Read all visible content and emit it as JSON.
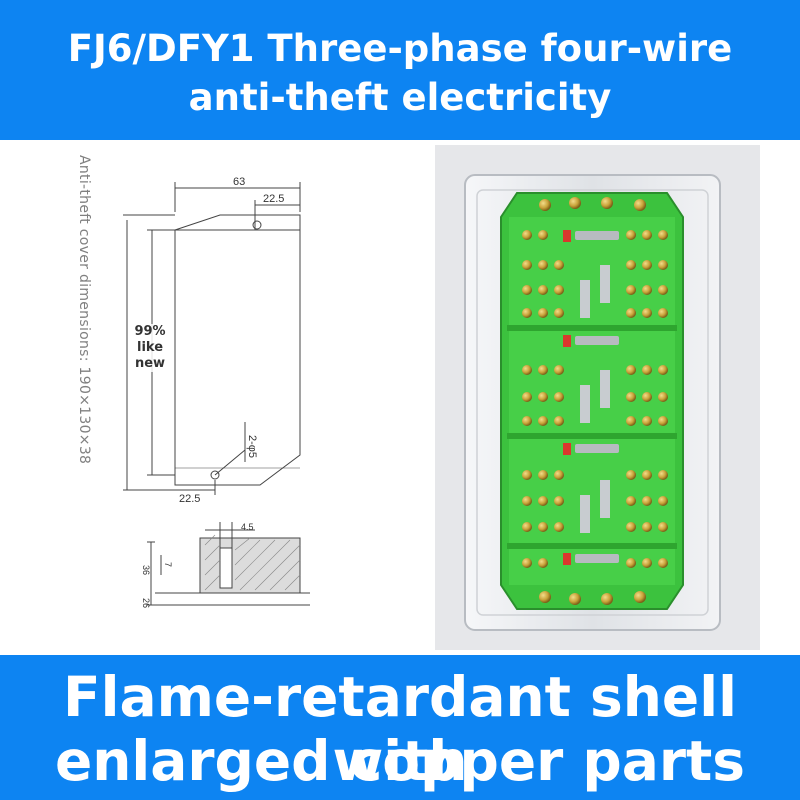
{
  "header": {
    "line1": "FJ6/DFY1 Three-phase four-wire",
    "line2": "anti-theft electricity"
  },
  "diagram": {
    "side_caption": "Anti-theft cover dimensions: 190×130×38",
    "width_label": "63",
    "top_offset_label": "22.5",
    "bottom_offset_label": "22.5",
    "hole_label": "2-φ5",
    "section_top_label": "4.5",
    "section_height_label": "36",
    "section_inner_label": "7",
    "section_base_label": "26"
  },
  "badge": {
    "line1": "99%",
    "line2": "like",
    "line3": "new"
  },
  "footer": {
    "line1": "Flame-retardant shell with",
    "line2": "enlarged copper parts"
  },
  "colors": {
    "banner": "#0d84f2",
    "board_green": "#3cc23e",
    "terminal_brass": "#c9a33a"
  }
}
